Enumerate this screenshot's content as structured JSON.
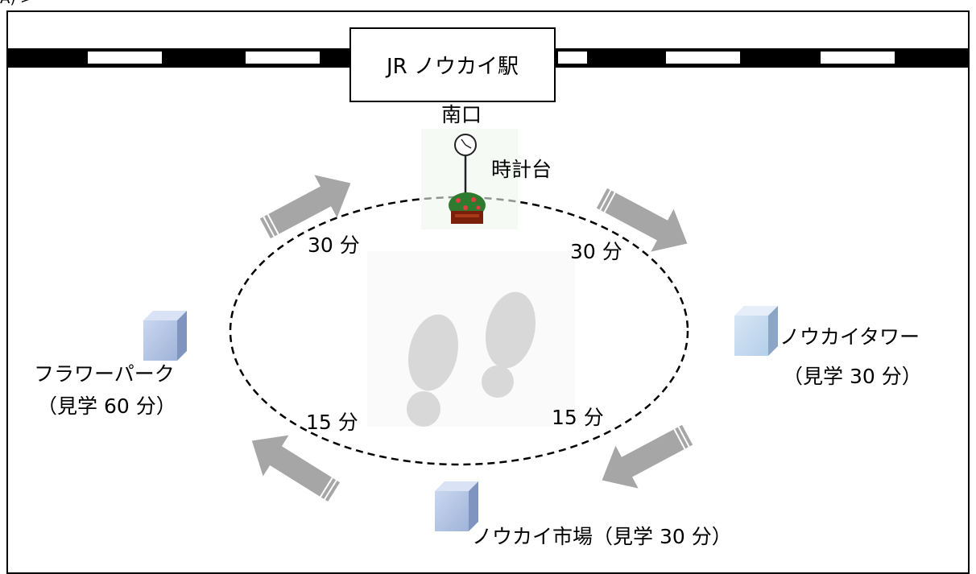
{
  "corner_text": "A) >",
  "station": {
    "name": "JR ノウカイ駅",
    "exit": "南口",
    "landmark": "時計台"
  },
  "places": {
    "flower_park": {
      "name": "フラワーパーク",
      "visit": "（見学 60 分）"
    },
    "tower": {
      "name": "ノウカイタワー",
      "visit": "（見学 30 分）"
    },
    "market": {
      "name": "ノウカイ市場（見学 30 分）"
    }
  },
  "travel_times": {
    "upper_left": "30 分",
    "upper_right": "30 分",
    "lower_left": "15 分",
    "lower_right": "15 分"
  },
  "colors": {
    "arrow": "#a6a6a6",
    "building": "#b4c7e7",
    "track": "#000000"
  }
}
